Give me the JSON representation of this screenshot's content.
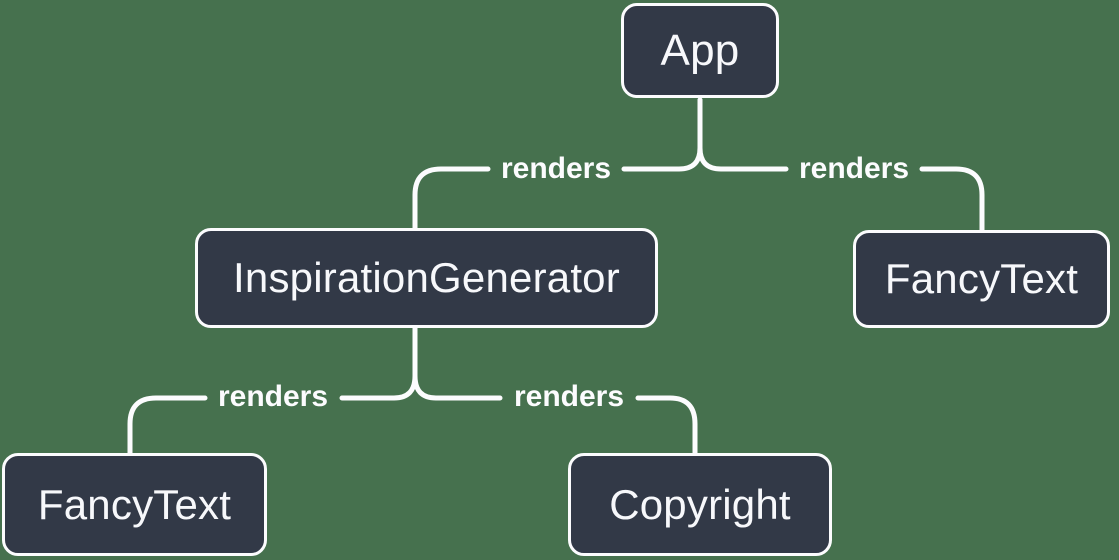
{
  "colors": {
    "background": "#46714E",
    "node_fill": "#323947",
    "node_border": "#FCFCFE",
    "node_text": "#F7F8FB",
    "line": "#FCFCFE"
  },
  "nodes": [
    {
      "id": "app",
      "label": "App"
    },
    {
      "id": "inspiration-generator",
      "label": "InspirationGenerator"
    },
    {
      "id": "fancy-text-top",
      "label": "FancyText"
    },
    {
      "id": "fancy-text-bottom",
      "label": "FancyText"
    },
    {
      "id": "copyright",
      "label": "Copyright"
    }
  ],
  "edges": [
    {
      "from": "App",
      "to": "InspirationGenerator",
      "label": "renders"
    },
    {
      "from": "App",
      "to": "FancyText",
      "label": "renders"
    },
    {
      "from": "InspirationGenerator",
      "to": "FancyText",
      "label": "renders"
    },
    {
      "from": "InspirationGenerator",
      "to": "Copyright",
      "label": "renders"
    }
  ]
}
